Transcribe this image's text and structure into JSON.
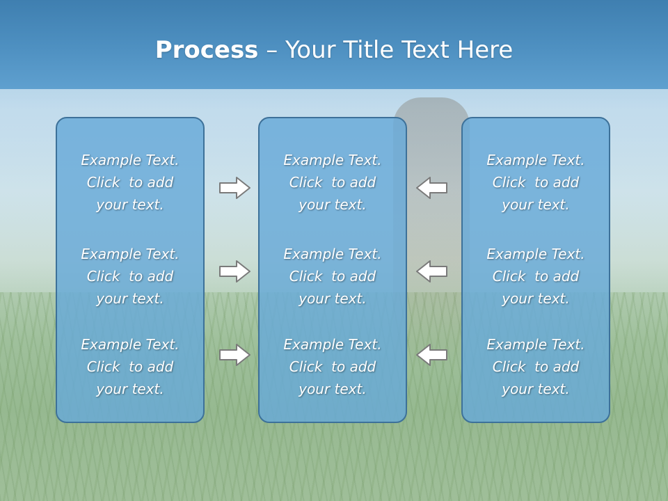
{
  "slide": {
    "title_bold": "Process",
    "title_rest": " – Your Title Text Here"
  },
  "columns": [
    {
      "cells": [
        {
          "line1": "Example Text.",
          "line2": "Click  to add",
          "line3": "your text."
        },
        {
          "line1": "Example Text.",
          "line2": "Click  to add",
          "line3": "your text."
        },
        {
          "line1": "Example Text.",
          "line2": "Click  to add",
          "line3": "your text."
        }
      ]
    },
    {
      "cells": [
        {
          "line1": "Example Text.",
          "line2": "Click  to add",
          "line3": "your text."
        },
        {
          "line1": "Example Text.",
          "line2": "Click  to add",
          "line3": "your text."
        },
        {
          "line1": "Example Text.",
          "line2": "Click  to add",
          "line3": "your text."
        }
      ]
    },
    {
      "cells": [
        {
          "line1": "Example Text.",
          "line2": "Click  to add",
          "line3": "your text."
        },
        {
          "line1": "Example Text.",
          "line2": "Click  to add",
          "line3": "your text."
        },
        {
          "line1": "Example Text.",
          "line2": "Click  to add",
          "line3": "your text."
        }
      ]
    }
  ],
  "icons": {
    "left_arrows": "right-arrow-icon",
    "right_arrows": "left-arrow-icon"
  },
  "colors": {
    "box_fill": "#68aad8",
    "box_border": "#3d7199",
    "header": "#4d8fc0"
  }
}
